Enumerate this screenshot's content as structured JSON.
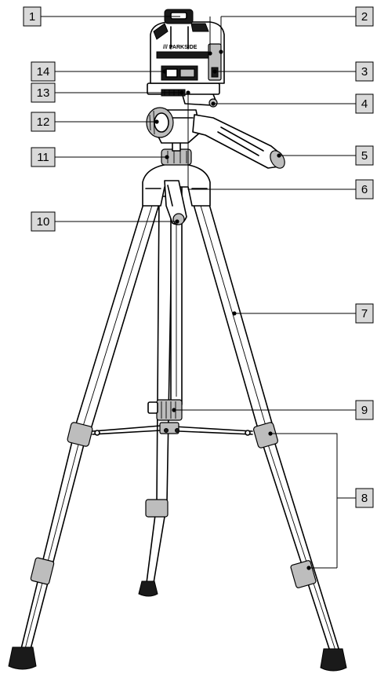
{
  "logo": {
    "brand": "/// PARKSIDE"
  },
  "callouts": [
    {
      "id": "c1",
      "number": "1"
    },
    {
      "id": "c2",
      "number": "2"
    },
    {
      "id": "c3",
      "number": "3"
    },
    {
      "id": "c4",
      "number": "4"
    },
    {
      "id": "c5",
      "number": "5"
    },
    {
      "id": "c6",
      "number": "6"
    },
    {
      "id": "c7",
      "number": "7"
    },
    {
      "id": "c8",
      "number": "8"
    },
    {
      "id": "c9",
      "number": "9"
    },
    {
      "id": "c10",
      "number": "10"
    },
    {
      "id": "c11",
      "number": "11"
    },
    {
      "id": "c12",
      "number": "12"
    },
    {
      "id": "c13",
      "number": "13"
    },
    {
      "id": "c14",
      "number": "14"
    }
  ]
}
